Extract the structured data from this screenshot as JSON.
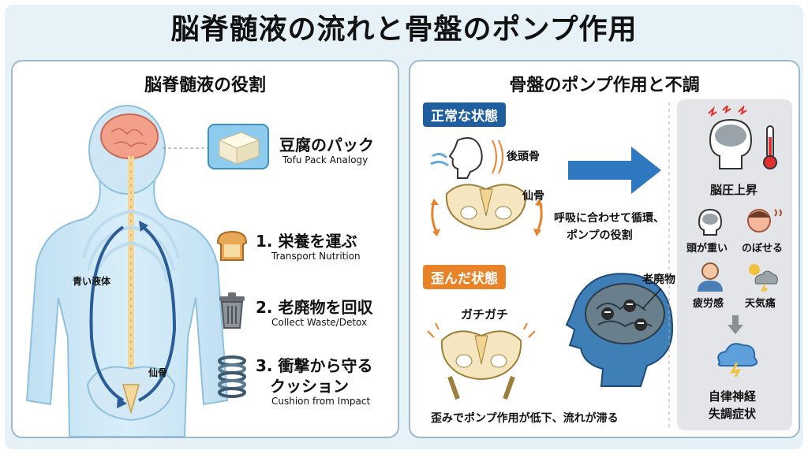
{
  "title": "脳脊髄液の流れと骨盤のポンプ作用",
  "left_panel": {
    "title": "脳脊髄液の役割",
    "body_labels": {
      "blue_fluid": "青い液体",
      "sacrum": "仙骨"
    },
    "analogy": {
      "title": "豆腐のパック",
      "subtitle": "Tofu Pack Analogy"
    },
    "roles": [
      {
        "title": "1. 栄養を運ぶ",
        "subtitle": "Transport Nutrition",
        "icon": "bread-icon"
      },
      {
        "title": "2. 老廃物を回収",
        "subtitle": "Collect Waste/Detox",
        "icon": "trash-can-icon"
      },
      {
        "title": "3. 衝撃から守る",
        "title2": "クッション",
        "subtitle": "Cushion from Impact",
        "icon": "spring-icon"
      }
    ]
  },
  "right_panel": {
    "title": "骨盤のポンプ作用と不調",
    "normal": {
      "badge": "正常な状態",
      "occipital_label": "後頭骨",
      "sacrum_label": "仙骨",
      "caption_line1": "呼吸に合わせて循環、",
      "caption_line2": "ポンプの役割"
    },
    "distorted": {
      "badge": "歪んだ状態",
      "stiff_label": "ガチガチ",
      "waste_label": "老廃物",
      "caption": "歪みでポンプ作用が低下、流れが滞る"
    },
    "symptoms": {
      "main": "脳圧上昇",
      "items": [
        {
          "label": "頭が重い",
          "icon": "heavy-head-icon"
        },
        {
          "label": "のぼせる",
          "icon": "flushed-face-icon"
        },
        {
          "label": "疲労感",
          "icon": "tired-person-icon"
        },
        {
          "label": "天気痛",
          "icon": "weather-icon"
        }
      ],
      "final_line1": "自律神経",
      "final_line2": "失調症状"
    }
  },
  "colors": {
    "badge_blue": "#1f5fa0",
    "badge_orange": "#e8832a",
    "arrow_blue": "#2e78c0",
    "brain_pink": "#f3a08a"
  }
}
